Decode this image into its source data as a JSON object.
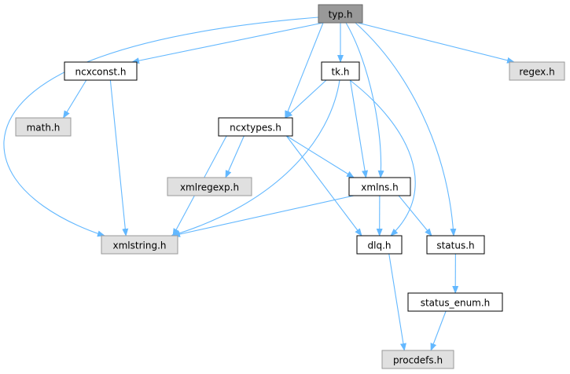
{
  "colors": {
    "edge": "#63b8ff",
    "root_fill": "#999999",
    "root_stroke": "#666666",
    "node_fill": "#ffffff",
    "node_stroke": "#000000",
    "external_fill": "#e0e0e0",
    "external_stroke": "#999999"
  },
  "nodes": [
    {
      "id": "typ",
      "label": "typ.h",
      "kind": "root"
    },
    {
      "id": "ncxconst",
      "label": "ncxconst.h",
      "kind": "normal"
    },
    {
      "id": "tk",
      "label": "tk.h",
      "kind": "normal"
    },
    {
      "id": "regex",
      "label": "regex.h",
      "kind": "external"
    },
    {
      "id": "math",
      "label": "math.h",
      "kind": "external"
    },
    {
      "id": "ncxtypes",
      "label": "ncxtypes.h",
      "kind": "normal"
    },
    {
      "id": "xmlregexp",
      "label": "xmlregexp.h",
      "kind": "external"
    },
    {
      "id": "xmlns",
      "label": "xmlns.h",
      "kind": "normal"
    },
    {
      "id": "xmlstring",
      "label": "xmlstring.h",
      "kind": "external"
    },
    {
      "id": "dlq",
      "label": "dlq.h",
      "kind": "normal"
    },
    {
      "id": "status",
      "label": "status.h",
      "kind": "normal"
    },
    {
      "id": "status_enum",
      "label": "status_enum.h",
      "kind": "normal"
    },
    {
      "id": "procdefs",
      "label": "procdefs.h",
      "kind": "external"
    }
  ],
  "edges": [
    {
      "from": "typ",
      "to": "ncxconst"
    },
    {
      "from": "typ",
      "to": "tk"
    },
    {
      "from": "typ",
      "to": "regex"
    },
    {
      "from": "typ",
      "to": "ncxtypes"
    },
    {
      "from": "typ",
      "to": "xmlns"
    },
    {
      "from": "typ",
      "to": "xmlstring"
    },
    {
      "from": "typ",
      "to": "status"
    },
    {
      "from": "ncxconst",
      "to": "math"
    },
    {
      "from": "ncxconst",
      "to": "xmlstring"
    },
    {
      "from": "tk",
      "to": "ncxtypes"
    },
    {
      "from": "tk",
      "to": "xmlns"
    },
    {
      "from": "tk",
      "to": "xmlstring"
    },
    {
      "from": "tk",
      "to": "dlq"
    },
    {
      "from": "ncxtypes",
      "to": "xmlregexp"
    },
    {
      "from": "ncxtypes",
      "to": "xmlns"
    },
    {
      "from": "ncxtypes",
      "to": "xmlstring"
    },
    {
      "from": "ncxtypes",
      "to": "dlq"
    },
    {
      "from": "xmlns",
      "to": "xmlstring"
    },
    {
      "from": "xmlns",
      "to": "dlq"
    },
    {
      "from": "xmlns",
      "to": "status"
    },
    {
      "from": "dlq",
      "to": "procdefs"
    },
    {
      "from": "status",
      "to": "status_enum"
    },
    {
      "from": "status_enum",
      "to": "procdefs"
    }
  ]
}
